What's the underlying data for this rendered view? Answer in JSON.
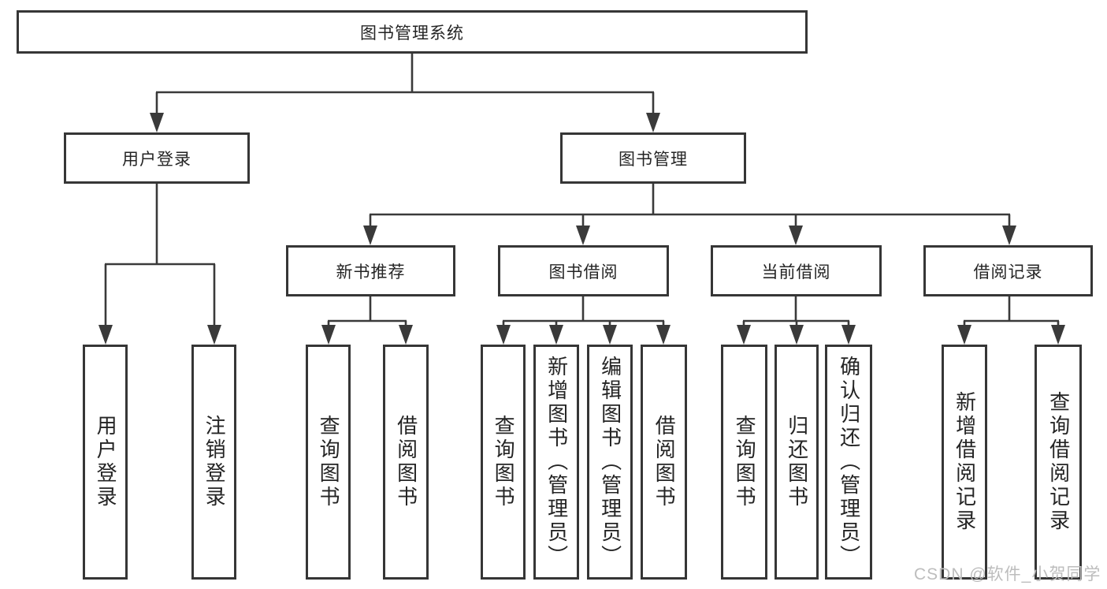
{
  "diagram": {
    "root": {
      "label": "图书管理系统"
    },
    "level2": [
      {
        "label": "用户登录"
      },
      {
        "label": "图书管理"
      }
    ],
    "level3": [
      {
        "label": "新书推荐"
      },
      {
        "label": "图书借阅"
      },
      {
        "label": "当前借阅"
      },
      {
        "label": "借阅记录"
      }
    ],
    "leaves": [
      {
        "label": "用户登录"
      },
      {
        "label": "注销登录"
      },
      {
        "label": "查询图书"
      },
      {
        "label": "借阅图书"
      },
      {
        "label": "查询图书"
      },
      {
        "label": "新增图书（管理员）"
      },
      {
        "label": "编辑图书（管理员）"
      },
      {
        "label": "借阅图书"
      },
      {
        "label": "查询图书"
      },
      {
        "label": "归还图书"
      },
      {
        "label": "确认归还（管理员）"
      },
      {
        "label": "新增借阅记录"
      },
      {
        "label": "查询借阅记录"
      }
    ],
    "watermark": "CSDN @软件_小贺同学",
    "colors": {
      "line": "#3a3a3a",
      "node_border": "#363636",
      "text": "#242424",
      "watermark": "#bdbdbd",
      "background": "#ffffff"
    }
  }
}
